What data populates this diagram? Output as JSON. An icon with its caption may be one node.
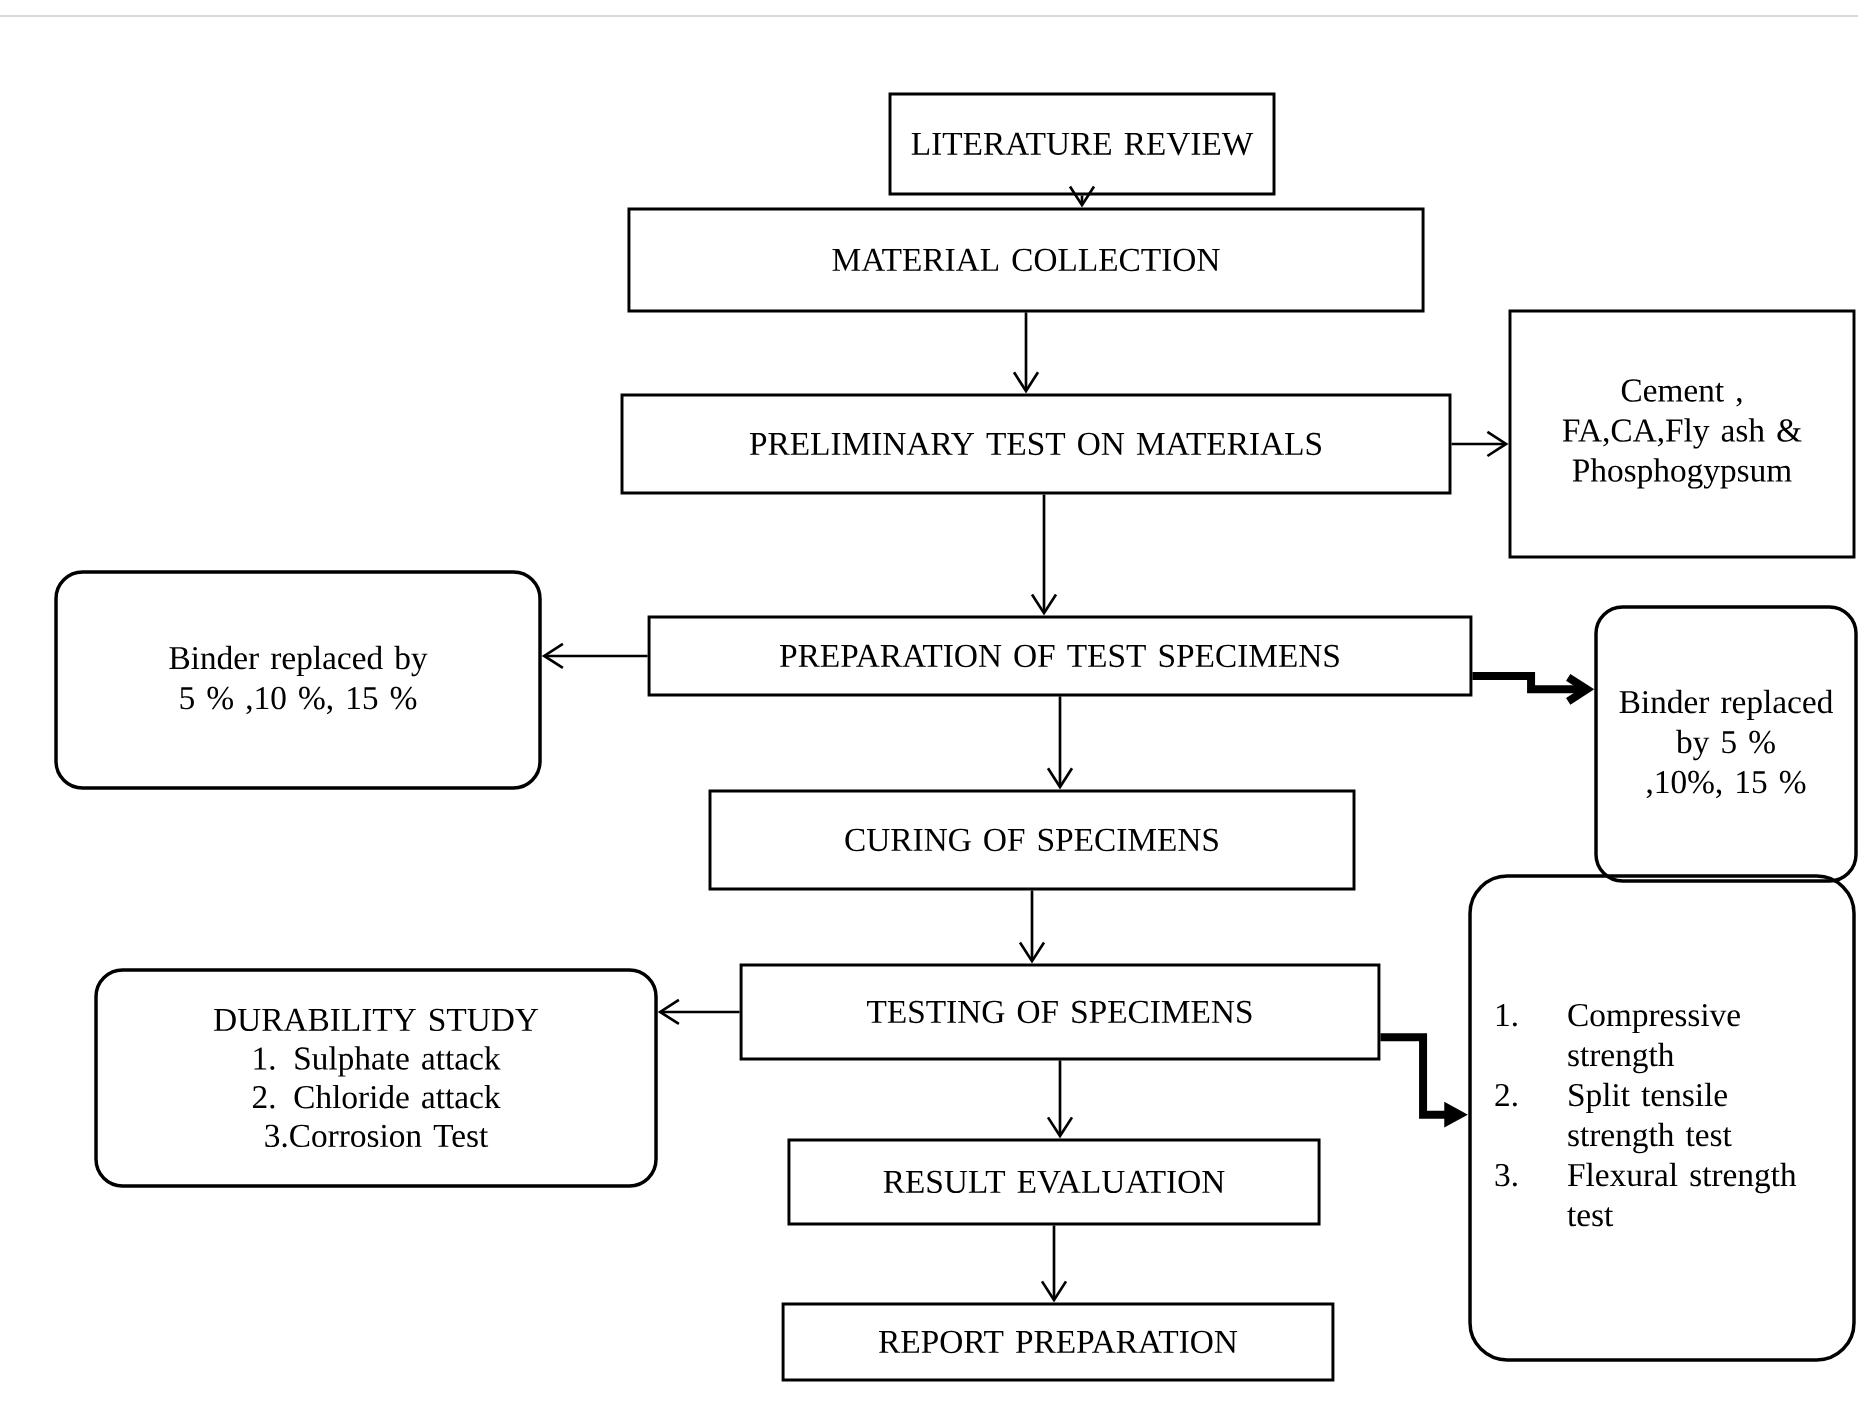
{
  "diagram": {
    "nodes": [
      {
        "text": [
          "LITERATURE REVIEW"
        ]
      },
      {
        "text": [
          "MATERIAL COLLECTION"
        ]
      },
      {
        "text": [
          "PRELIMINARY TEST ON MATERIALS"
        ]
      },
      {
        "text": [
          "Cement , FA,CA,Fly ash & Phosphogypsum"
        ]
      },
      {
        "text": [
          "Binder replaced by 5 % ,10 %, 15 %"
        ]
      },
      {
        "text": [
          "PREPARATION OF TEST SPECIMENS"
        ]
      },
      {
        "text": [
          "Binder replaced by 5 % ,10%, 15 %"
        ]
      },
      {
        "text": [
          "CURING OF SPECIMENS"
        ]
      },
      {
        "text": [
          "1.",
          "Compressive strength",
          "2.",
          "Split tensile strength test",
          "3.",
          "Flexural strength test"
        ]
      },
      {
        "text": [
          "DURABILITY STUDY",
          "1. Sulphate attack",
          "2. Chloride attack",
          "3.Corrosion Test"
        ]
      },
      {
        "text": [
          "TESTING OF SPECIMENS"
        ]
      },
      {
        "text": [
          "RESULT EVALUATION"
        ]
      },
      {
        "text": [
          "REPORT PREPARATION"
        ]
      }
    ],
    "edges": [
      {
        "from": 0,
        "to": 1,
        "arrow": "to"
      },
      {
        "from": 1,
        "to": 2,
        "arrow": "to"
      },
      {
        "from": 2,
        "to": 3,
        "arrow": "to"
      },
      {
        "from": 2,
        "to": 5,
        "arrow": "to"
      },
      {
        "from": 5,
        "to": 4,
        "arrow": "to"
      },
      {
        "from": 5,
        "to": 6,
        "arrow": "to",
        "style": "thick"
      },
      {
        "from": 5,
        "to": 7,
        "arrow": "to"
      },
      {
        "from": 7,
        "to": 10,
        "arrow": "to"
      },
      {
        "from": 10,
        "to": 9,
        "arrow": "to"
      },
      {
        "from": 10,
        "to": 8,
        "arrow": "to",
        "style": "thick"
      },
      {
        "from": 10,
        "to": 11,
        "arrow": "to"
      },
      {
        "from": 11,
        "to": 12,
        "arrow": "to"
      }
    ]
  }
}
